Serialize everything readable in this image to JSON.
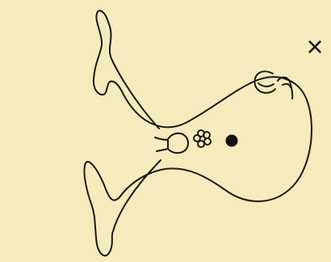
{
  "figure": {
    "background": "#f6ebbc",
    "ink": "#1a1a1a",
    "marks": {
      "corner_glyph": "×"
    },
    "parts": [
      "cell-outline",
      "upper-arm",
      "lower-arm",
      "stalk",
      "bulb",
      "flower-granule",
      "dark-granule",
      "hook-appendage",
      "beak-appendage"
    ]
  }
}
